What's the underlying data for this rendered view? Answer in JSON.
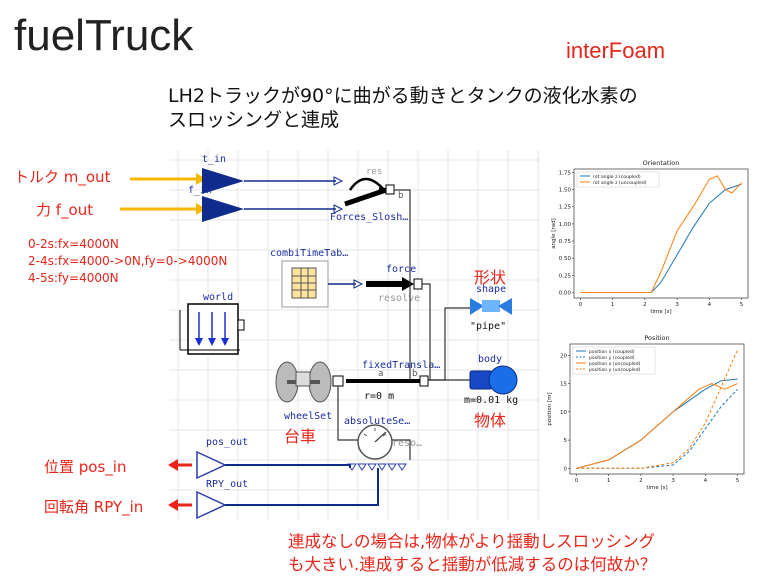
{
  "title": "fuelTruck",
  "solver": "interFoam",
  "subtitle_lines": [
    "LH2トラックが90°に曲がる動きとタンクの液化水素の",
    "スロッシングと連成"
  ],
  "inputs": {
    "torque": "トルク m_out",
    "force": "力 f_out"
  },
  "schedule": [
    "0-2s:fx=4000N",
    "2-4s:fx=4000->0N,fy=0->4000N",
    "4-5s:fy=4000N"
  ],
  "outputs": {
    "position": "位置 pos_in",
    "rotation": "回転角 RPY_in"
  },
  "labels": {
    "shape_jp": "形状",
    "body_jp": "物体",
    "cart_jp": "台車"
  },
  "modelica": {
    "t_in": "t_in",
    "f_in": "f_in",
    "forces": "Forces_Slosh…",
    "res": "res",
    "a": "a",
    "b": "b",
    "combi": "combiTimeTab…",
    "force": "force",
    "resolve": "resolve",
    "world": "world",
    "shape": "shape",
    "pipe": "\"pipe\"",
    "fixed": "fixedTransla…",
    "r": "r=0 m",
    "body": "body",
    "mass": "m=0.01 kg",
    "wheel": "wheelSet",
    "absolute": "absoluteSe…",
    "reso": "reso…",
    "pos_out": "pos_out",
    "rpy_out": "RPY_out"
  },
  "bottom_text": [
    "連成なしの場合は,物体がより揺動しスロッシング",
    "も大きい.連成すると揺動が低減するのは何故か？"
  ],
  "chart_data": [
    {
      "type": "line",
      "title": "Orientation",
      "xlabel": "time [s]",
      "ylabel": "angle [rad]",
      "xlim": [
        -0.2,
        5.2
      ],
      "ylim": [
        -0.08,
        1.8
      ],
      "xticks": [
        0,
        1,
        2,
        3,
        4,
        5
      ],
      "yticks": [
        0.0,
        0.25,
        0.5,
        0.75,
        1.0,
        1.25,
        1.5,
        1.75
      ],
      "legend_position": "top-left",
      "series": [
        {
          "name": "rot angle z (coupled)",
          "color": "#1f77b4",
          "dash": "solid",
          "x": [
            0,
            2.2,
            2.5,
            3.0,
            3.5,
            4.0,
            4.5,
            5.0
          ],
          "y": [
            0,
            0,
            0.15,
            0.55,
            0.95,
            1.3,
            1.5,
            1.58
          ]
        },
        {
          "name": "rot angle z (uncoupled)",
          "color": "#ff7f0e",
          "dash": "solid",
          "x": [
            0,
            2.2,
            2.5,
            3.0,
            3.5,
            4.0,
            4.25,
            4.5,
            4.7,
            5.0
          ],
          "y": [
            0,
            0,
            0.3,
            0.9,
            1.25,
            1.65,
            1.7,
            1.5,
            1.45,
            1.6
          ]
        }
      ]
    },
    {
      "type": "line",
      "title": "Position",
      "xlabel": "time [s]",
      "ylabel": "position [m]",
      "xlim": [
        -0.2,
        5.2
      ],
      "ylim": [
        -1,
        22
      ],
      "xticks": [
        0,
        1,
        2,
        3,
        4,
        5
      ],
      "yticks": [
        0,
        5,
        10,
        15,
        20
      ],
      "legend_position": "top-left",
      "series": [
        {
          "name": "position x (coupled)",
          "color": "#1f77b4",
          "dash": "solid",
          "x": [
            0,
            1,
            2,
            3,
            4,
            4.5,
            5
          ],
          "y": [
            0,
            1.5,
            5,
            10,
            14,
            15.5,
            15.8
          ]
        },
        {
          "name": "position y (coupled)",
          "color": "#1f77b4",
          "dash": "dashed",
          "x": [
            0,
            2,
            3,
            3.5,
            4,
            4.5,
            5
          ],
          "y": [
            0,
            0,
            0.6,
            3,
            7,
            11,
            14
          ]
        },
        {
          "name": "position x (uncoupled)",
          "color": "#ff7f0e",
          "dash": "solid",
          "x": [
            0,
            1,
            2,
            3,
            3.8,
            4.2,
            4.6,
            5
          ],
          "y": [
            0,
            1.5,
            5,
            10,
            14,
            15,
            14,
            15
          ]
        },
        {
          "name": "position y (uncoupled)",
          "color": "#ff7f0e",
          "dash": "dashed",
          "x": [
            0,
            2,
            3,
            3.5,
            4,
            4.5,
            5
          ],
          "y": [
            0,
            0,
            1,
            3.5,
            8,
            14.5,
            21
          ]
        }
      ]
    }
  ]
}
